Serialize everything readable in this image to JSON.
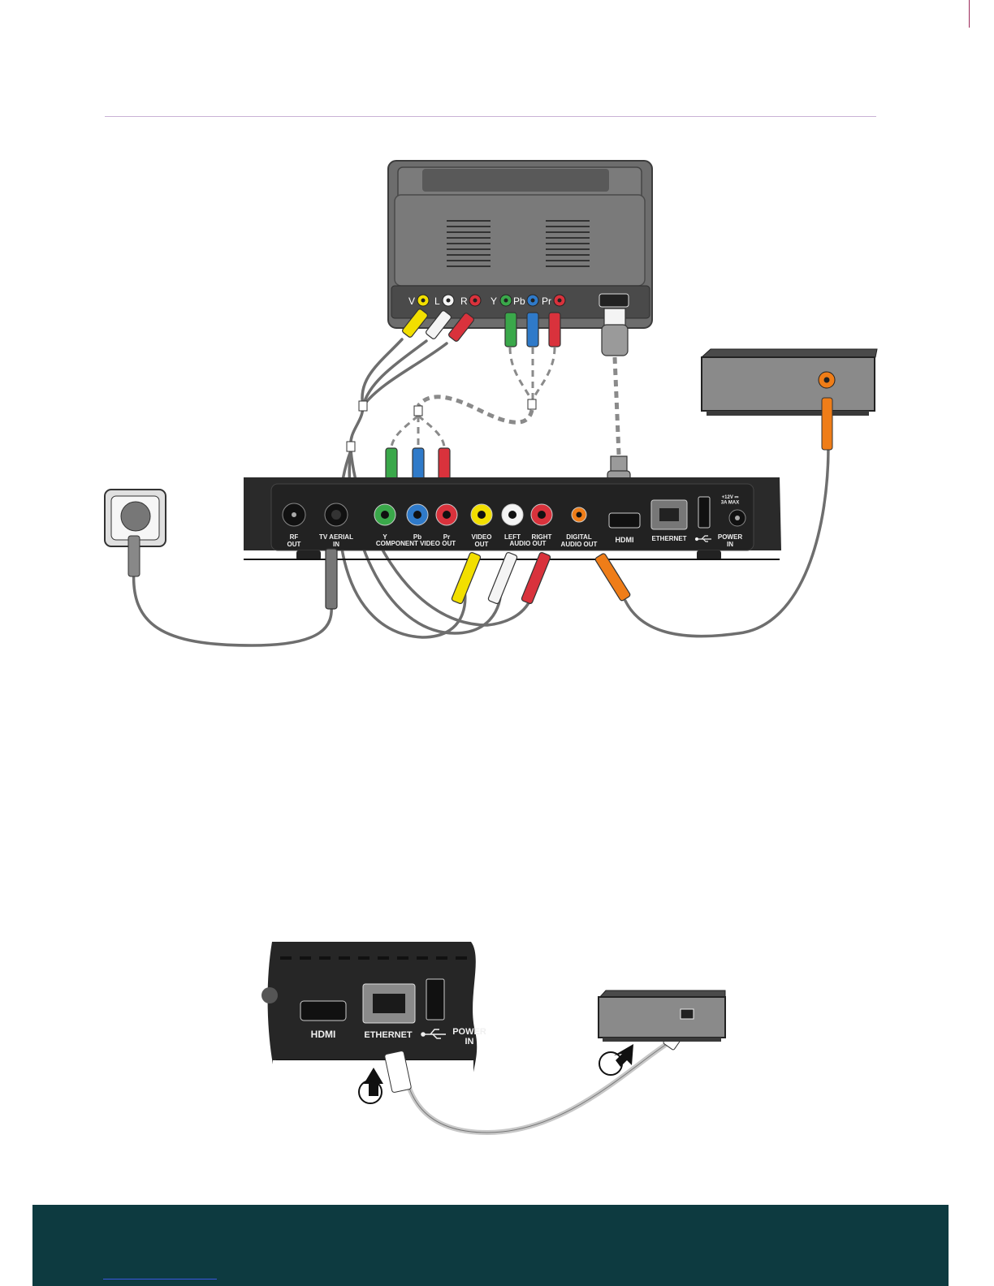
{
  "colors": {
    "accent_rule": "#c9b2d6",
    "footer_band": "#0d3a40",
    "footer_link": "#3a59e0",
    "cable_grey": "#6e6e6e",
    "yellow": "#f2df00",
    "white": "#f4f4f4",
    "red": "#d9323c",
    "green": "#3aa84a",
    "blue": "#2f7ac9",
    "orange": "#ef7d18"
  },
  "tv": {
    "labels": {
      "v": "V",
      "l": "L",
      "r": "R",
      "y": "Y",
      "pb": "Pb",
      "pr": "Pr"
    }
  },
  "settop_box": {
    "ports": {
      "rf_out": "RF\nOUT",
      "tv_aerial_in": "TV AERIAL\nIN",
      "y": "Y",
      "pb": "Pb",
      "pr": "Pr",
      "component_video_out": "COMPONENT VIDEO OUT",
      "video_out": "VIDEO\nOUT",
      "left": "LEFT",
      "right": "RIGHT",
      "audio_out": "AUDIO OUT",
      "digital_audio_out": "DIGITAL\nAUDIO OUT",
      "hdmi": "HDMI",
      "ethernet": "ETHERNET",
      "power_in": "POWER\nIN",
      "power_rating": "+12V ⎓\n3A MAX"
    }
  },
  "detail": {
    "hdmi": "HDMI",
    "ethernet": "ETHERNET",
    "power_in": "POWER\nIN"
  },
  "icons": [
    "wall-socket-icon",
    "usb-icon",
    "step-arrow-icon"
  ]
}
